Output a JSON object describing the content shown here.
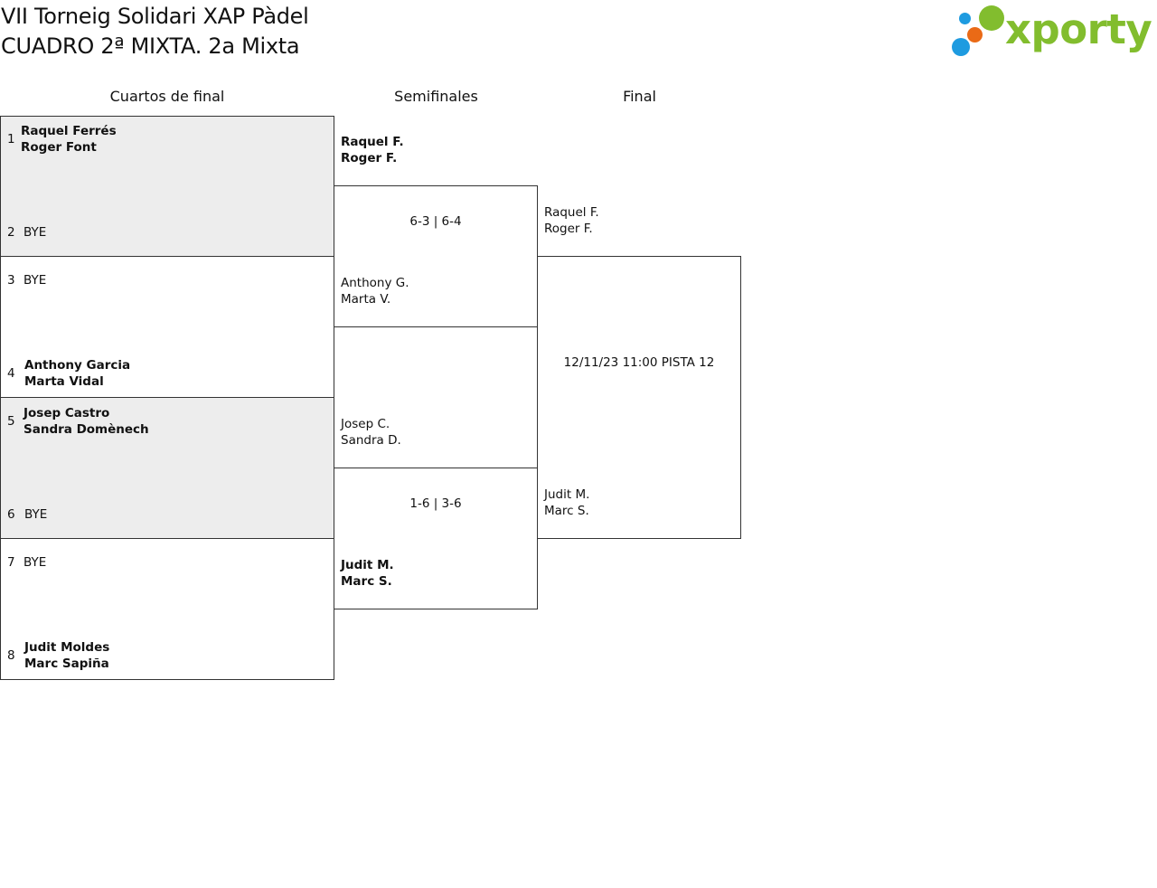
{
  "header": {
    "title": "VII Torneig Solidari XAP Pàdel",
    "subtitle": "CUADRO 2ª MIXTA. 2a Mixta"
  },
  "logo": {
    "text": "xporty",
    "colors": {
      "blue": "#1e9be0",
      "orange": "#ea6a16",
      "green": "#82bd2e"
    }
  },
  "rounds": {
    "quarterfinals": "Cuartos de final",
    "semifinals": "Semifinales",
    "final": "Final"
  },
  "quarterfinals": [
    {
      "num": "1",
      "names": [
        "Raquel Ferrés",
        "Roger Font"
      ]
    },
    {
      "num": "2",
      "names": [
        "BYE"
      ]
    },
    {
      "num": "3",
      "names": [
        "BYE"
      ]
    },
    {
      "num": "4",
      "names": [
        "Anthony Garcia",
        "Marta Vidal"
      ]
    },
    {
      "num": "5",
      "names": [
        "Josep Castro",
        "Sandra Domènech"
      ]
    },
    {
      "num": "6",
      "names": [
        "BYE"
      ]
    },
    {
      "num": "7",
      "names": [
        "BYE"
      ]
    },
    {
      "num": "8",
      "names": [
        "Judit Moldes",
        "Marc Sapiña"
      ]
    }
  ],
  "semifinals": [
    {
      "names": [
        "Raquel F.",
        "Roger F."
      ]
    },
    {
      "names": [
        "Anthony G.",
        "Marta V."
      ]
    },
    {
      "names": [
        "Josep C.",
        "Sandra D."
      ]
    },
    {
      "names": [
        "Judit M.",
        "Marc S."
      ]
    }
  ],
  "semifinal_scores": [
    "6-3 | 6-4",
    "1-6 | 3-6"
  ],
  "final": {
    "names": [
      [
        "Raquel F.",
        "Roger F."
      ],
      [
        "Judit M.",
        "Marc S."
      ]
    ],
    "schedule": "12/11/23 11:00 PISTA 12"
  }
}
